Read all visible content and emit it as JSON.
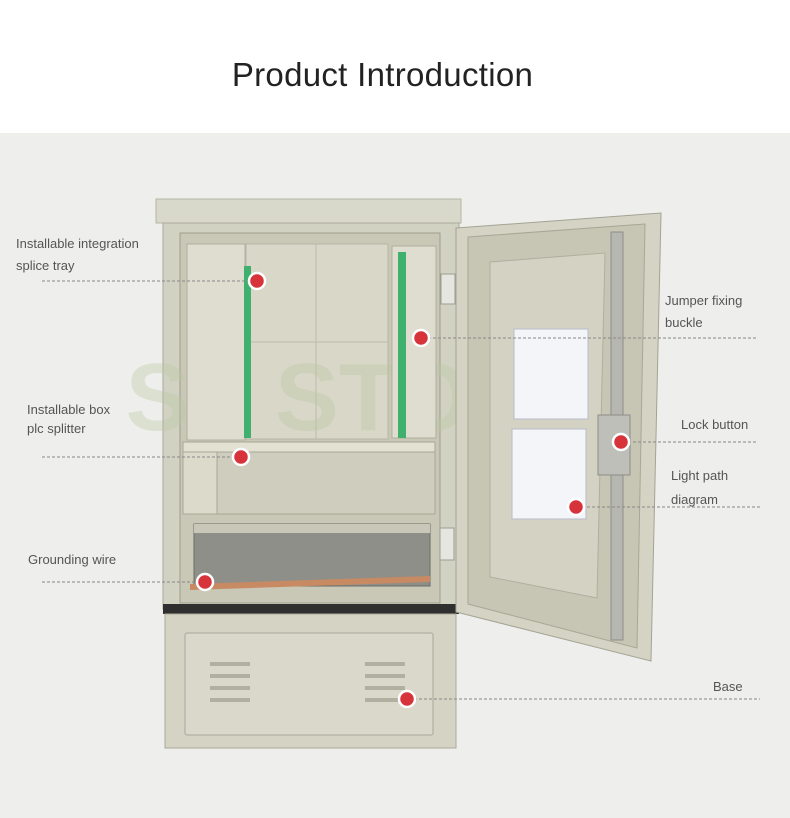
{
  "header": {
    "title": "Product Introduction"
  },
  "watermark": "SZ STOP",
  "callouts": {
    "splice_tray": {
      "line1": "Installable integration",
      "line2": "splice tray"
    },
    "jumper": {
      "line1": "Jumper fixing",
      "line2": "buckle"
    },
    "plc": {
      "line1": "Installable box",
      "line2": "plc splitter"
    },
    "lock": {
      "line1": "Lock button"
    },
    "light_path": {
      "line1": "Light path",
      "line2": "diagram"
    },
    "grounding": {
      "line1": "Grounding wire"
    },
    "base": {
      "line1": "Base"
    }
  },
  "colors": {
    "cabinet": "#d6d6c7",
    "cabinet_dark": "#b9b9a9",
    "marker": "#d7333a",
    "adapter_green": "#3fb06d",
    "callout_line": "#777777"
  }
}
